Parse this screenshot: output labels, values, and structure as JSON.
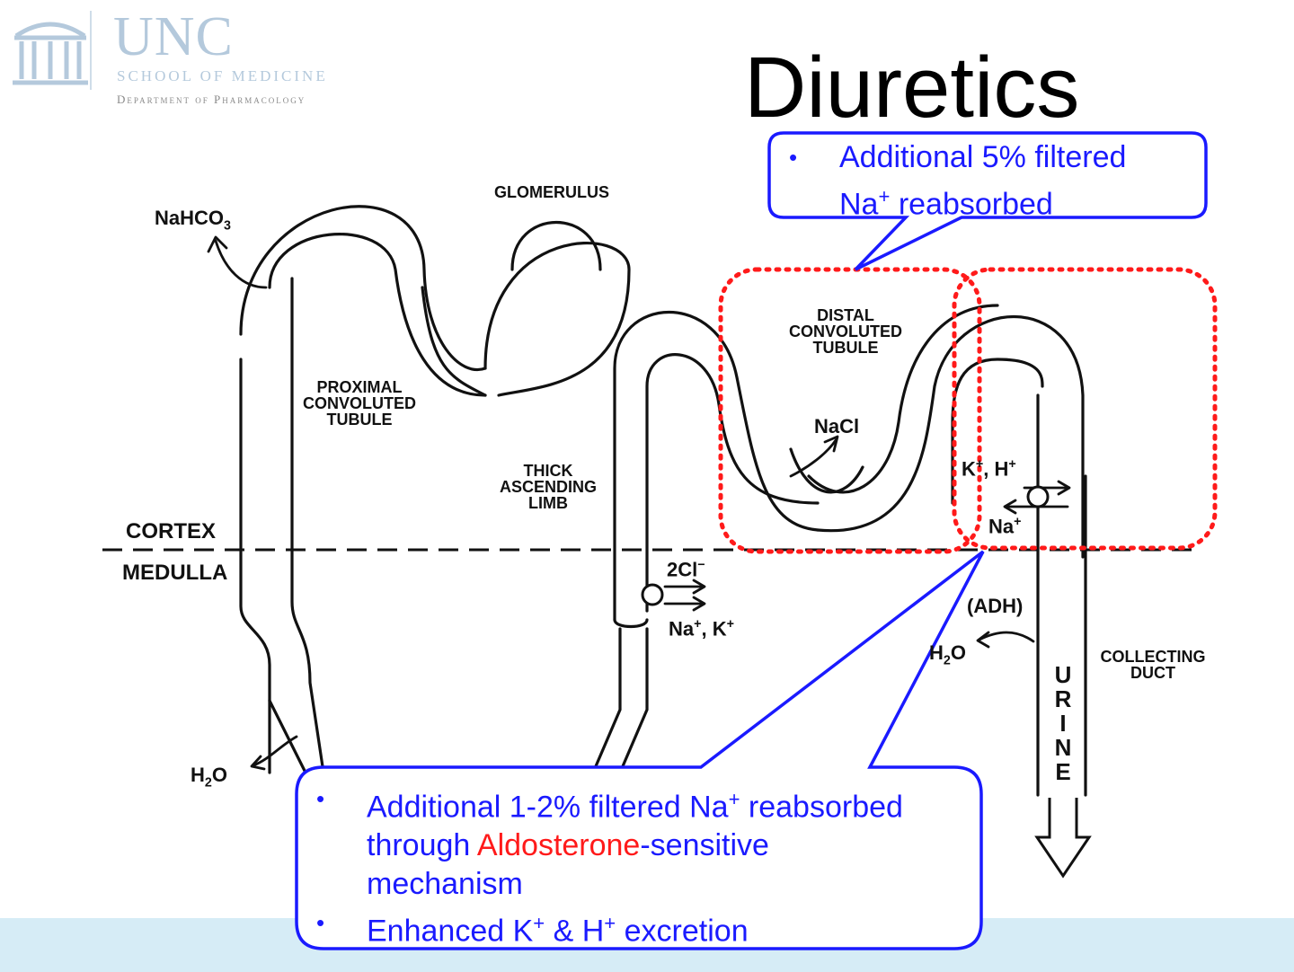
{
  "logo": {
    "name": "UNC",
    "school": "SCHOOL OF MEDICINE",
    "department": "Department of Pharmacology",
    "icon": "old-well-icon"
  },
  "title": "Diuretics",
  "callout_top": {
    "bullet_line1": "Additional 5% filtered",
    "bullet_line2_na": "Na",
    "bullet_line2_sup": "+",
    "bullet_line2_rest": " reabsorbed"
  },
  "callout_bottom": {
    "b1_pre": "Additional 1-2% filtered Na",
    "b1_sup": "+",
    "b1_post": " reabsorbed",
    "b1_line2_pre": "through ",
    "b1_highlight": "Aldosterone",
    "b1_line2_post": "-sensitive",
    "b1_line3": "mechanism",
    "b2_pre": "Enhanced K",
    "b2_sup1": "+",
    "b2_mid": " & H",
    "b2_sup2": "+",
    "b2_post": " excretion"
  },
  "labels": {
    "nahco3": "NaHCO",
    "nahco3_sub": "3",
    "glomerulus": "GLOMERULUS",
    "proximal": [
      "PROXIMAL",
      "CONVOLUTED",
      "TUBULE"
    ],
    "distal": [
      "DISTAL",
      "CONVOLUTED",
      "TUBULE"
    ],
    "thick": [
      "THICK",
      "ASCENDING",
      "LIMB"
    ],
    "nacl": "NaCl",
    "cortex": "CORTEX",
    "medulla": "MEDULLA",
    "two_cl": "2Cl",
    "two_cl_sup": "−",
    "na_k": "Na",
    "na_k_sup": "+",
    "na_k_rest": ", K",
    "na_k_sup2": "+",
    "k_h": "K",
    "k_h_sup": "+",
    "k_h_rest": ", H",
    "k_h_sup2": "+",
    "na_plus": "Na",
    "na_plus_sup": "+",
    "adh": "(ADH)",
    "h2o": "H",
    "h2o_sub": "2",
    "h2o_rest": "O",
    "collecting": [
      "COLLECTING",
      "DUCT"
    ],
    "urine": [
      "U",
      "R",
      "I",
      "N",
      "E"
    ]
  },
  "colors": {
    "callout_border": "#1a1aff",
    "callout_text": "#1a1aff",
    "highlight": "#ff1a1a",
    "dotted_box": "#ff1a1a",
    "footer": "#d6ecf6",
    "logo": "#b4c9dc"
  }
}
